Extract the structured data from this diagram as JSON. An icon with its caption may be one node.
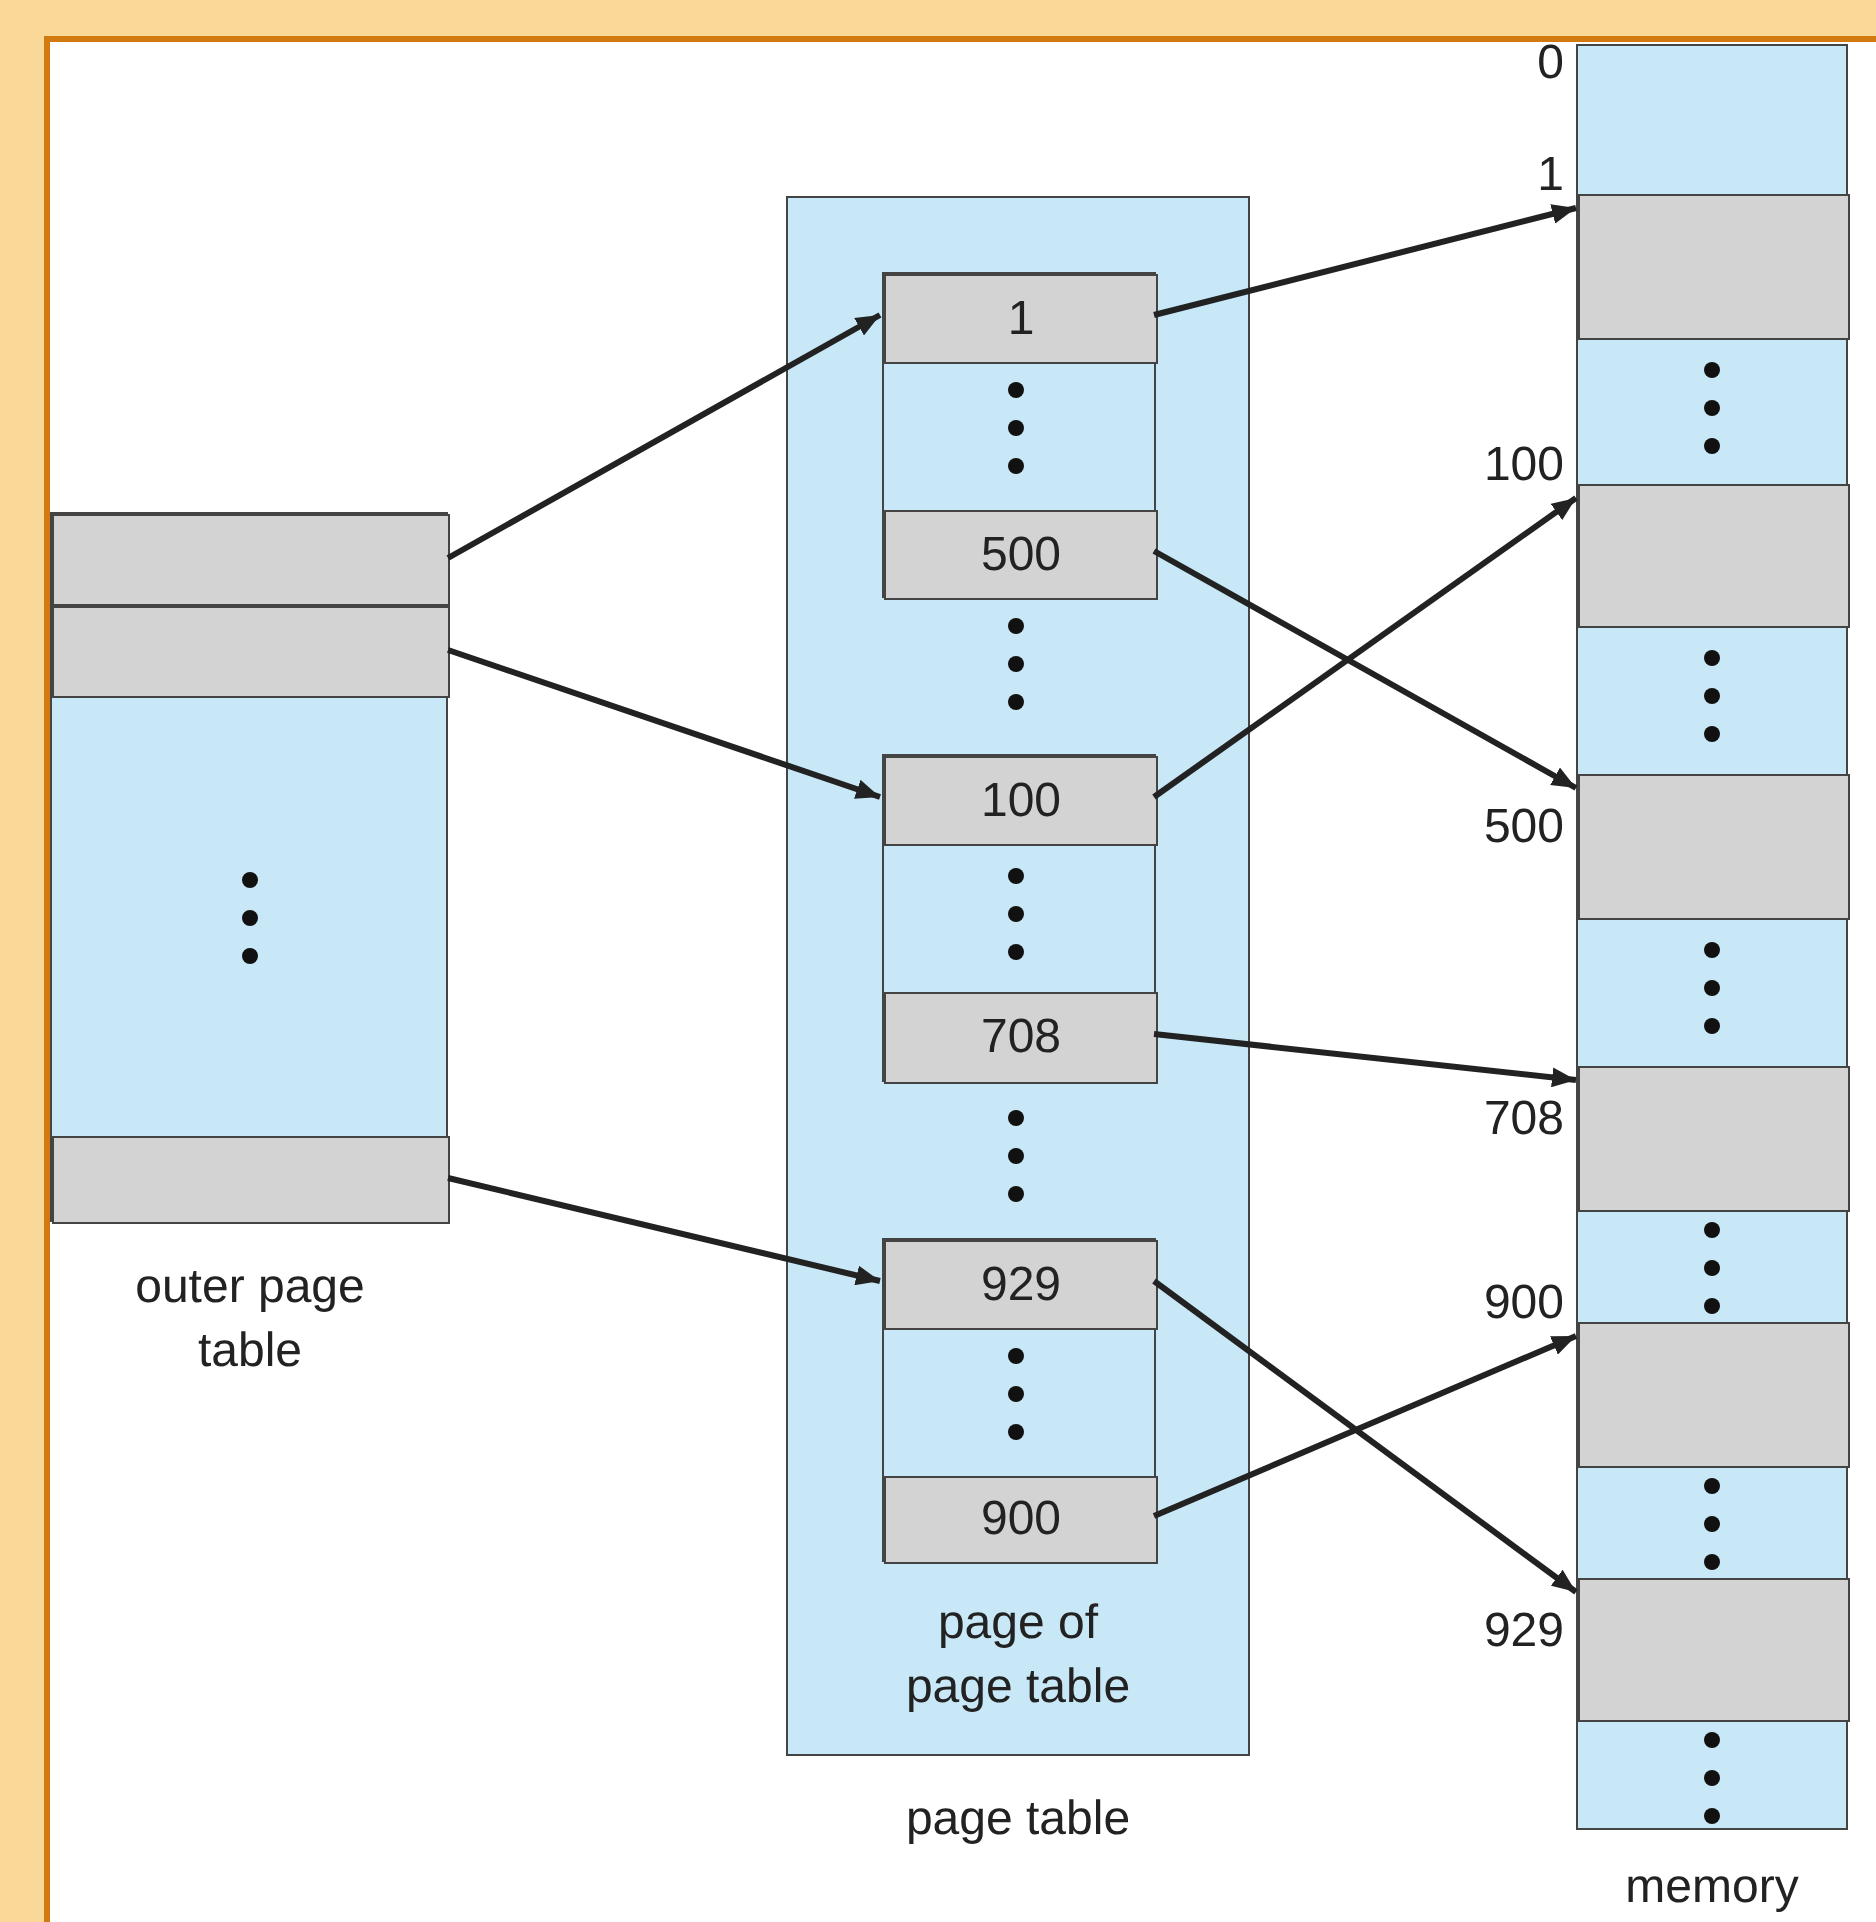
{
  "diagram": {
    "nodes": [
      {
        "text": [
          "outer page table"
        ]
      },
      {
        "text": [],
        "shape": "box",
        "in": 0
      },
      {
        "text": [],
        "shape": "box",
        "in": 0
      },
      {
        "text": [],
        "shape": "box",
        "in": 0
      },
      {
        "text": [
          "page table"
        ]
      },
      {
        "text": [],
        "shape": "box",
        "in": 4
      },
      {
        "text": [
          "1"
        ],
        "in": 5
      },
      {
        "text": [
          "500"
        ],
        "in": 5
      },
      {
        "text": [],
        "shape": "box",
        "in": 4
      },
      {
        "text": [
          "100"
        ],
        "in": 8
      },
      {
        "text": [
          "708"
        ],
        "in": 8
      },
      {
        "text": [],
        "shape": "box",
        "in": 4
      },
      {
        "text": [
          "929"
        ],
        "in": 11
      },
      {
        "text": [
          "900"
        ],
        "in": 11
      },
      {
        "text": [
          "memory"
        ]
      },
      {
        "text": [],
        "shape": "box",
        "in": 14,
        "beside": [
          "1"
        ]
      },
      {
        "text": [],
        "shape": "box",
        "in": 14,
        "beside": [
          "100"
        ]
      },
      {
        "text": [],
        "shape": "box",
        "in": 14,
        "beside": [
          "500"
        ]
      },
      {
        "text": [],
        "shape": "box",
        "in": 14,
        "beside": [
          "708"
        ]
      },
      {
        "text": [],
        "shape": "box",
        "in": 14,
        "beside": [
          "900"
        ]
      },
      {
        "text": [],
        "shape": "box",
        "in": 14,
        "beside": [
          "929"
        ]
      }
    ],
    "edges": [
      {
        "from": 1,
        "to": 6,
        "arrow": "to"
      },
      {
        "from": 2,
        "to": 9,
        "arrow": "to"
      },
      {
        "from": 3,
        "to": 12,
        "arrow": "to"
      },
      {
        "from": 6,
        "to": 15,
        "arrow": "to"
      },
      {
        "from": 7,
        "to": 17,
        "arrow": "to"
      },
      {
        "from": 9,
        "to": 16,
        "arrow": "to"
      },
      {
        "from": 10,
        "to": 18,
        "arrow": "to"
      },
      {
        "from": 12,
        "to": 20,
        "arrow": "to"
      },
      {
        "from": 13,
        "to": 19,
        "arrow": "to"
      }
    ],
    "labels": [
      "0",
      "page of page table"
    ]
  }
}
